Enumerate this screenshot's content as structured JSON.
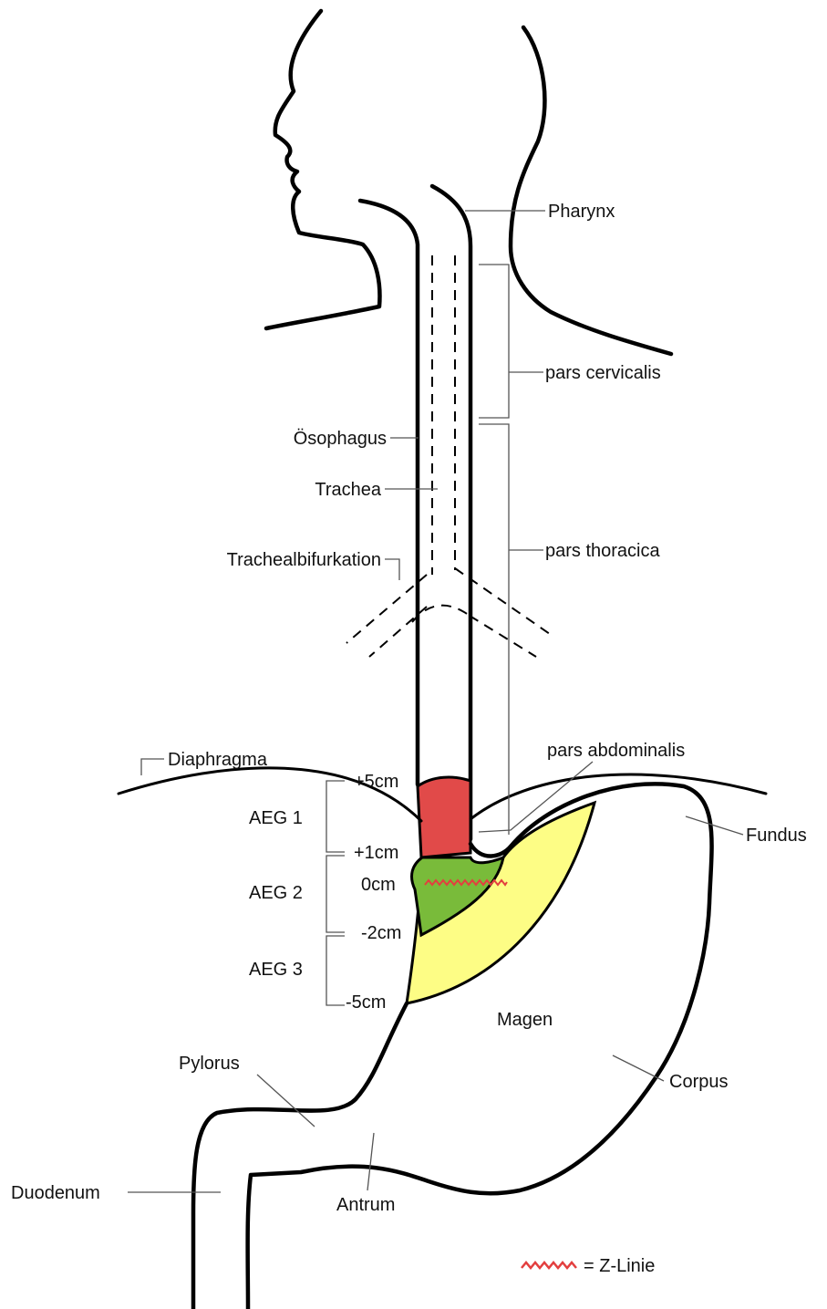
{
  "labels": {
    "pharynx": "Pharynx",
    "pars_cervicalis": "pars cervicalis",
    "oesophagus": "Ösophagus",
    "trachea": "Trachea",
    "pars_thoracica": "pars thoracica",
    "trachealbifurkation": "Trachealbifurkation",
    "diaphragma": "Diaphragma",
    "pars_abdominalis": "pars abdominalis",
    "fundus": "Fundus",
    "magen": "Magen",
    "pylorus": "Pylorus",
    "corpus": "Corpus",
    "duodenum": "Duodenum",
    "antrum": "Antrum"
  },
  "aeg": {
    "aeg1": "AEG 1",
    "aeg2": "AEG 2",
    "aeg3": "AEG 3"
  },
  "levels": {
    "plus5": "+5cm",
    "plus1": "+1cm",
    "zero": "0cm",
    "minus2": "-2cm",
    "minus5": "-5cm"
  },
  "legend": {
    "z_linie": "= Z-Linie"
  },
  "colors": {
    "aeg1": "#e14a49",
    "aeg2": "#79bb3a",
    "aeg3": "#fdfd85",
    "z_line": "#e33f3f"
  }
}
